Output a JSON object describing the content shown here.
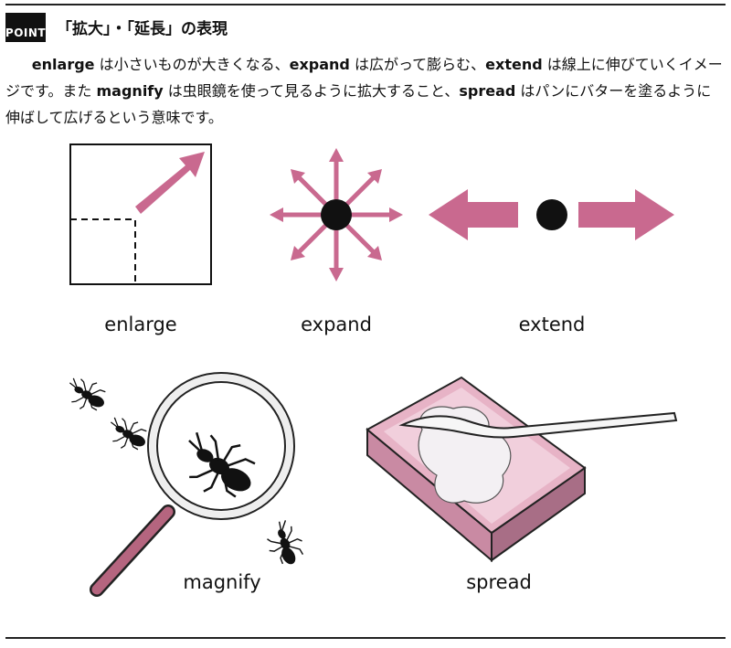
{
  "header": {
    "badge": "POINT",
    "title": "「拡大」・「延長」の表現"
  },
  "paragraph": {
    "w1": "enlarge",
    "t1": " は小さいものが大きくなる、",
    "w2": "expand",
    "t2": " は広がって膨らむ、",
    "w3": "extend",
    "t3": " は線上に伸びていくイメージです。また ",
    "w4": "magnify",
    "t4": " は虫眼鏡を使って見るように拡大すること、",
    "w5": "spread",
    "t5": " はパンにバターを塗るように伸ばして広げるという意味です。"
  },
  "captions": {
    "enlarge": "enlarge",
    "expand": "expand",
    "extend": "extend",
    "magnify": "magnify",
    "spread": "spread"
  },
  "colors": {
    "arrow": "#c9698f",
    "glass_handle": "#b5657f",
    "sponge": "#e7b3c6",
    "sponge_dark": "#c98aa3",
    "butter": "#f3f0f3"
  }
}
